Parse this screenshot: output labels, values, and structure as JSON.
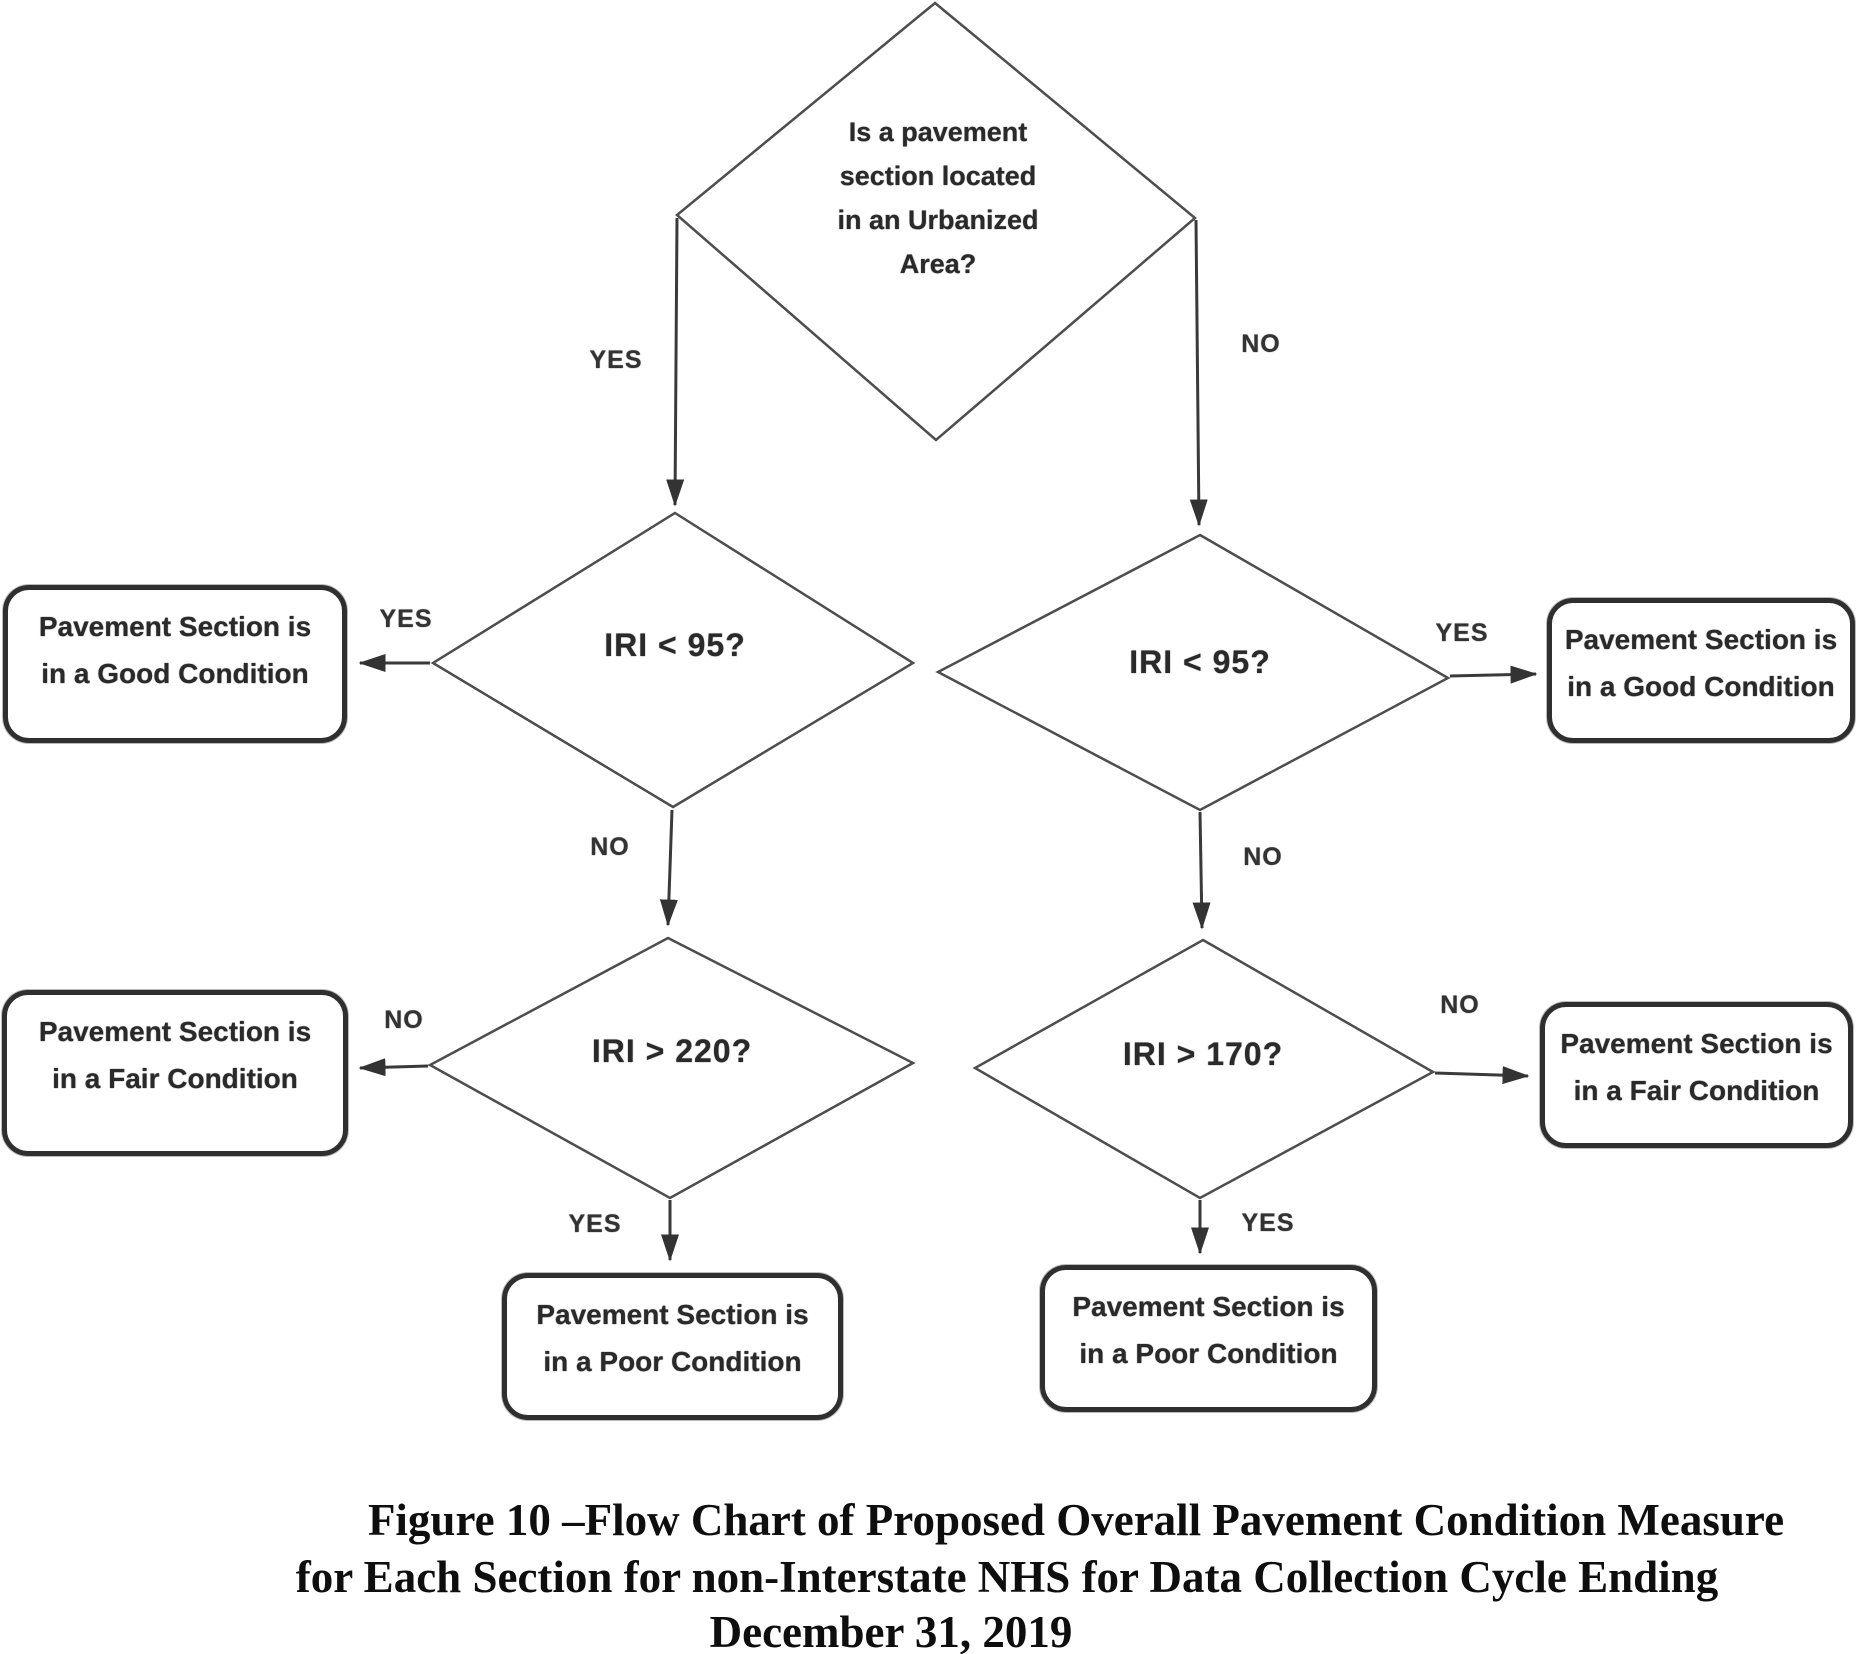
{
  "figure_caption": {
    "line1": "Figure 10 –Flow Chart of Proposed Overall Pavement Condition Measure",
    "line2": "for Each Section for non-Interstate NHS for Data Collection Cycle Ending",
    "line3": "December 31, 2019"
  },
  "flowchart": {
    "branch_labels": {
      "yes": "YES",
      "no": "NO"
    },
    "root_question": "Is a pavement section located in an Urbanized Area?",
    "urbanized_yes_branch": {
      "iri_good_question": "IRI < 95?",
      "iri_poor_question": "IRI > 220?",
      "good_outcome": "Pavement Section is in a Good Condition",
      "fair_outcome": "Pavement Section is in a Fair Condition",
      "poor_outcome": "Pavement Section is in a Poor Condition"
    },
    "non_urbanized_no_branch": {
      "iri_good_question": "IRI < 95?",
      "iri_poor_question": "IRI > 170?",
      "good_outcome": "Pavement Section is in a Good Condition",
      "fair_outcome": "Pavement Section is in a Fair Condition",
      "poor_outcome": "Pavement Section is in a Poor Condition"
    },
    "colors": {
      "ink": "#262626",
      "line": "#3a3a3a"
    }
  }
}
